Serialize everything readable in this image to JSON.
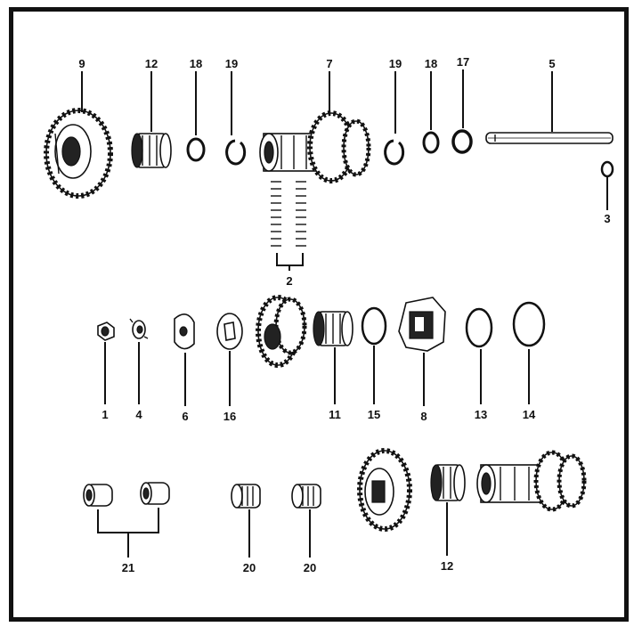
{
  "callouts": {
    "c9": "9",
    "c12a": "12",
    "c18a": "18",
    "c19a": "19",
    "c7": "7",
    "c19b": "19",
    "c18b": "18",
    "c17": "17",
    "c5": "5",
    "c3": "3",
    "c2": "2",
    "c1": "1",
    "c4": "4",
    "c6": "6",
    "c16": "16",
    "c11": "11",
    "c15": "15",
    "c8": "8",
    "c13": "13",
    "c14": "14",
    "c21": "21",
    "c20a": "20",
    "c20b": "20",
    "c12b": "12"
  },
  "colors": {
    "ink": "#111111",
    "paper": "#ffffff"
  },
  "icons": [
    "gear-icon",
    "bearing-icon",
    "washer-icon",
    "circlip-icon",
    "shaft-icon",
    "spring-icon",
    "nut-icon",
    "bushing-icon"
  ]
}
